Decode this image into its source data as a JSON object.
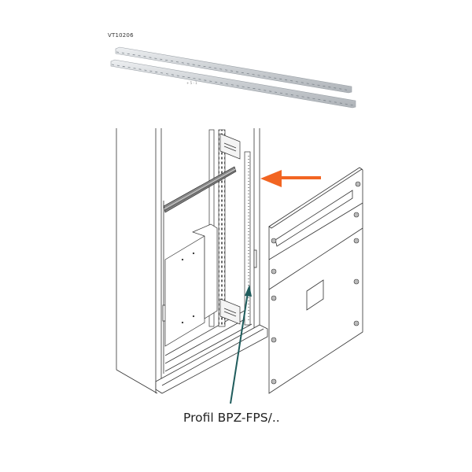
{
  "diagram": {
    "part_code": "VT10206",
    "small_mark": "+ 5 - 1",
    "caption": "Profil BPZ-FPS/..",
    "colors": {
      "highlight_arrow": "#f26522",
      "pointer_arrow": "#1f5c5c",
      "line": "#444444",
      "rail_fill": "#d4d7da",
      "background": "#ffffff"
    },
    "components": [
      {
        "name": "mounting-rails",
        "count": 2
      },
      {
        "name": "cabinet-enclosure"
      },
      {
        "name": "mounting-profile-bpz-fps"
      },
      {
        "name": "front-cover-panel",
        "screws": 10
      },
      {
        "name": "horizontal-cross-rail"
      }
    ]
  }
}
